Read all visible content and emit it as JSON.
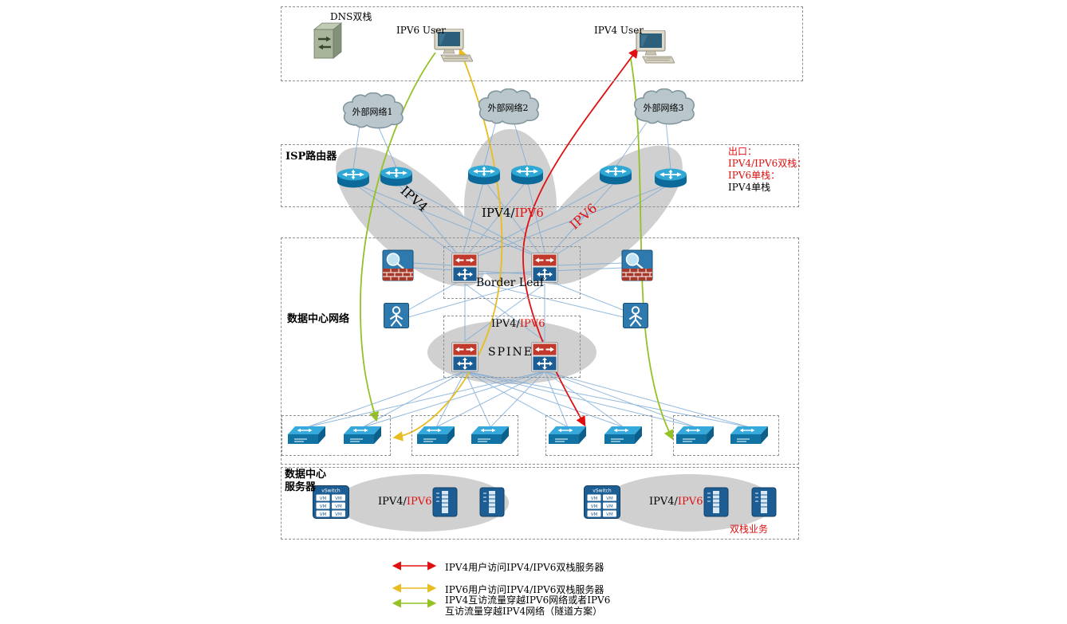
{
  "colors": {
    "red_flow": "#e01010",
    "gold_flow": "#e9bc1f",
    "green_flow": "#94c225",
    "link_line": "#7aa9d6",
    "blob_gray": "#d0d0d0"
  },
  "user_zone": {
    "dns_label": "DNS双栈",
    "ipv6_user_label": "IPV6 User",
    "ipv4_user_label": "IPV4 User"
  },
  "clouds": [
    {
      "label": "外部网络1"
    },
    {
      "label": "外部网络2"
    },
    {
      "label": "外部网络3"
    }
  ],
  "isp_zone": {
    "title": "ISP路由器"
  },
  "egress_note": {
    "line1": "出口：",
    "line2": "IPV4/IPV6双栈：",
    "line3": "IPV6单栈：",
    "line4": "IPV4单栈"
  },
  "core_labels": {
    "ipv4_blob": "IPV4",
    "dual_blob_prefix": "IPV4/",
    "dual_blob_suffix": "IPV6",
    "ipv6_blob": "IPV6",
    "border_leaf": "Border Leaf",
    "spine_dual_prefix": "IPV4/",
    "spine_dual_suffix": "IPV6",
    "spine": "SPINE"
  },
  "dc_zone": {
    "title": "数据中心网络"
  },
  "server_zone": {
    "title_line1": "数据中心",
    "title_line2": "服务器",
    "left_dual_prefix": "IPV4/",
    "left_dual_suffix": "IPV6",
    "right_dual_prefix": "IPV4/",
    "right_dual_suffix": "IPV6",
    "dual_business": "双栈业务",
    "vswitch_label": "vSwitch",
    "vm_label": "VM"
  },
  "legend": [
    {
      "color": "#e01010",
      "lines": [
        "IPV4用户访问IPV4/IPV6双栈服务器"
      ]
    },
    {
      "color": "#e9bc1f",
      "lines": [
        "IPV6用户访问IPV4/IPV6双栈服务器"
      ]
    },
    {
      "color": "#94c225",
      "lines": [
        "IPV4互访流量穿越IPV6网络或者IPV6",
        "互访流量穿越IPV4网络（隧道方案）"
      ]
    }
  ]
}
